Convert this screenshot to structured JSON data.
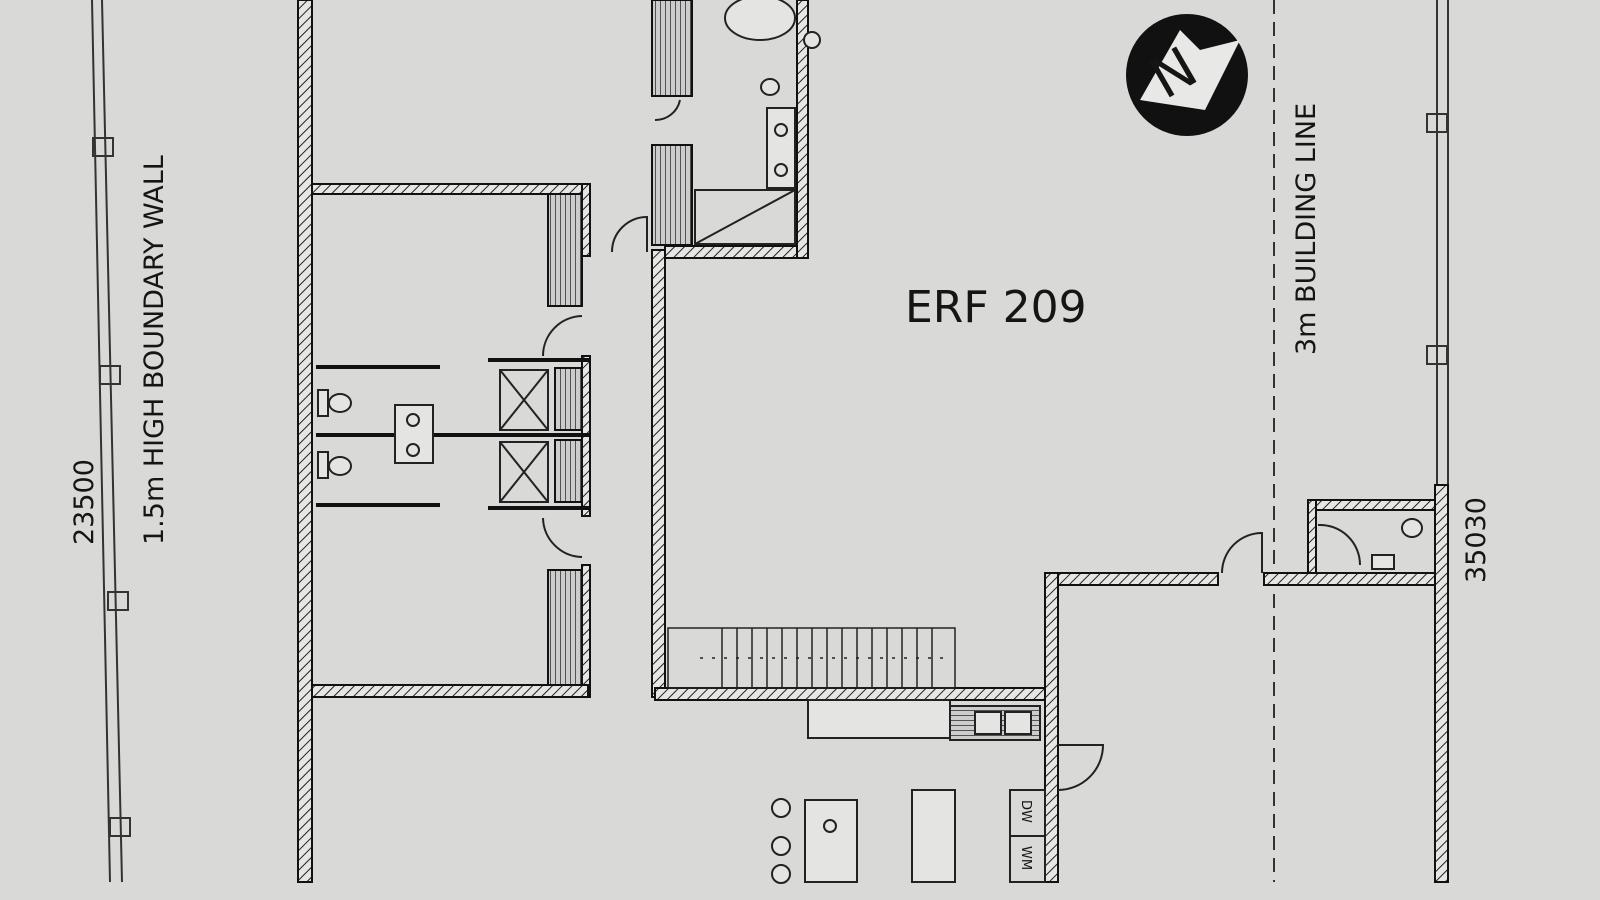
{
  "plan": {
    "erf_label": "ERF 209",
    "boundary_wall_label": "1.5m HIGH BOUNDARY WALL",
    "left_dimension": "23500",
    "building_line_label": "3m BUILDING LINE",
    "right_dimension": "35030",
    "dishwasher_label": "DW",
    "washing_machine_label": "WM",
    "north_label": "N"
  },
  "colors": {
    "paper": "#d9d9d7",
    "ink": "#1a1a1a"
  }
}
